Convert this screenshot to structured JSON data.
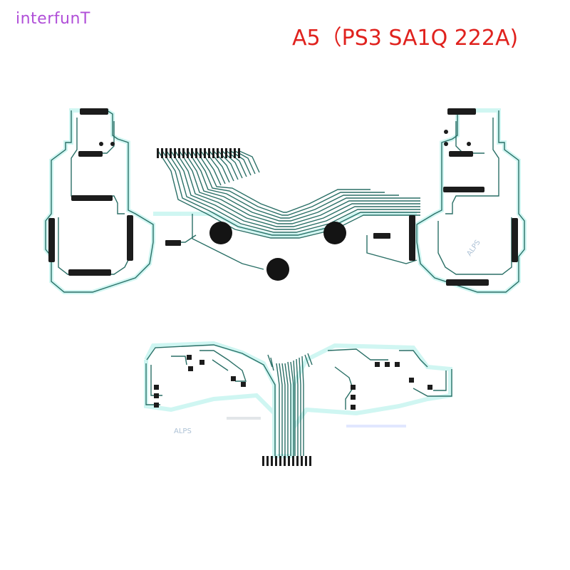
{
  "brand": {
    "name": "interfunT",
    "color": "#b04fd8"
  },
  "product": {
    "model_label": "A5（PS3 SA1Q 222A)",
    "color": "#e0221e"
  },
  "figure": {
    "description_icon": "flex-ribbon-circuit-icon",
    "trace_color": "#2a6f66",
    "glow_color": "#a9efe8",
    "faint_marks": [
      "ALPS",
      "ALPS"
    ]
  }
}
